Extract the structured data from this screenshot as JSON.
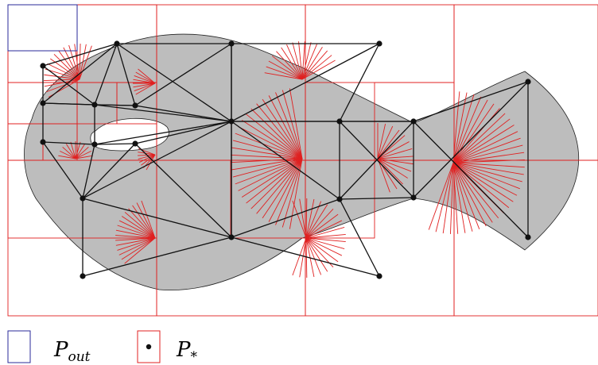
{
  "diagram": {
    "colors": {
      "region_fill": "#bdbdbd",
      "region_stroke": "#222222",
      "red": "#e02020",
      "blue": "#2a2a9a",
      "edge": "#111111",
      "node": "#111111"
    },
    "legend": [
      {
        "symbol": "square-blue",
        "label_main": "P",
        "label_sub": "out"
      },
      {
        "symbol": "square-red-dot",
        "label_main": "P",
        "label_sub": "*"
      }
    ]
  }
}
